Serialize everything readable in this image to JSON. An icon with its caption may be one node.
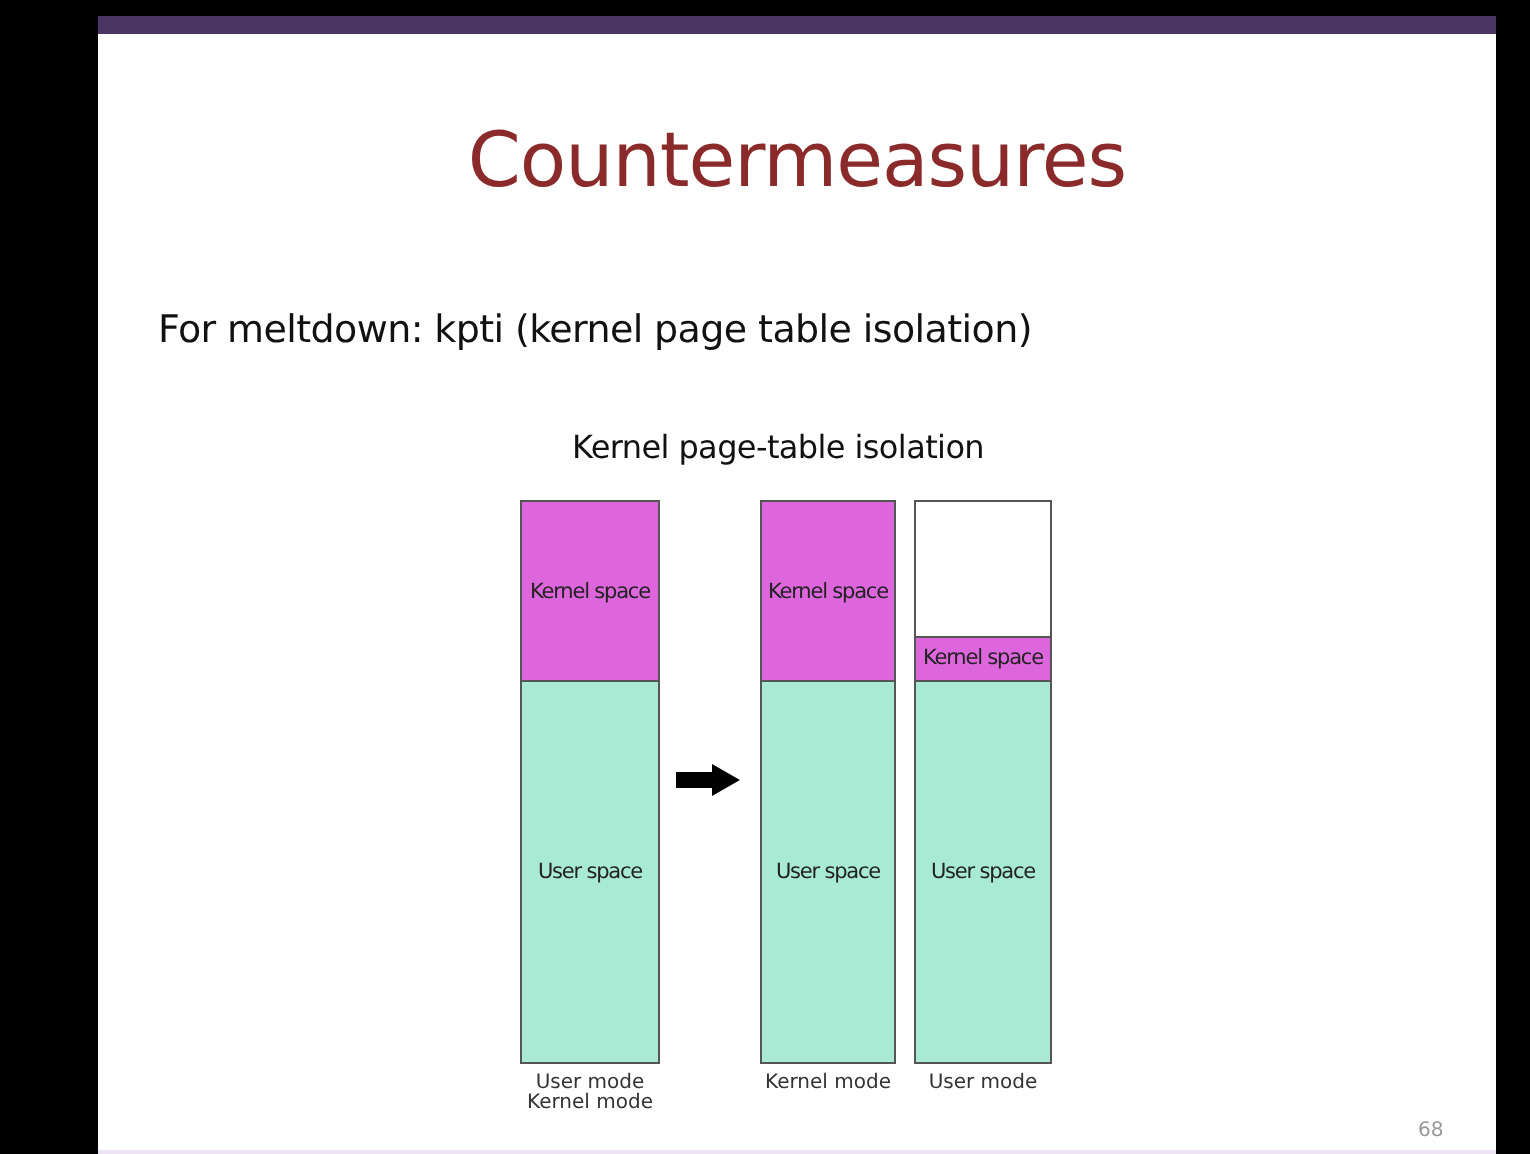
{
  "diagram": {
    "title": "Countermeasures",
    "nodes": [
      {
        "text": [],
        "shape": "bar",
        "beside": [
          "User mode",
          "Kernel mode"
        ]
      },
      {
        "text": [
          "Kernel space"
        ],
        "in": 0
      },
      {
        "text": [
          "User space"
        ],
        "in": 0
      },
      {
        "text": [],
        "shape": "bar",
        "beside": [
          "Kernel mode"
        ]
      },
      {
        "text": [
          "Kernel space"
        ],
        "in": 3
      },
      {
        "text": [
          "User space"
        ],
        "in": 3
      },
      {
        "text": [],
        "shape": "bar",
        "beside": [
          "User mode"
        ]
      },
      {
        "text": [],
        "shape": "box",
        "in": 6
      },
      {
        "text": [
          "Kernel space"
        ],
        "in": 6
      },
      {
        "text": [
          "User space"
        ],
        "in": 6
      }
    ],
    "edges": [
      {
        "from": 0,
        "to": 3,
        "arrow": "to"
      }
    ],
    "labels": [
      "For meltdown: kpti (kernel page table isolation)",
      "Kernel page-table isolation",
      "68"
    ]
  }
}
